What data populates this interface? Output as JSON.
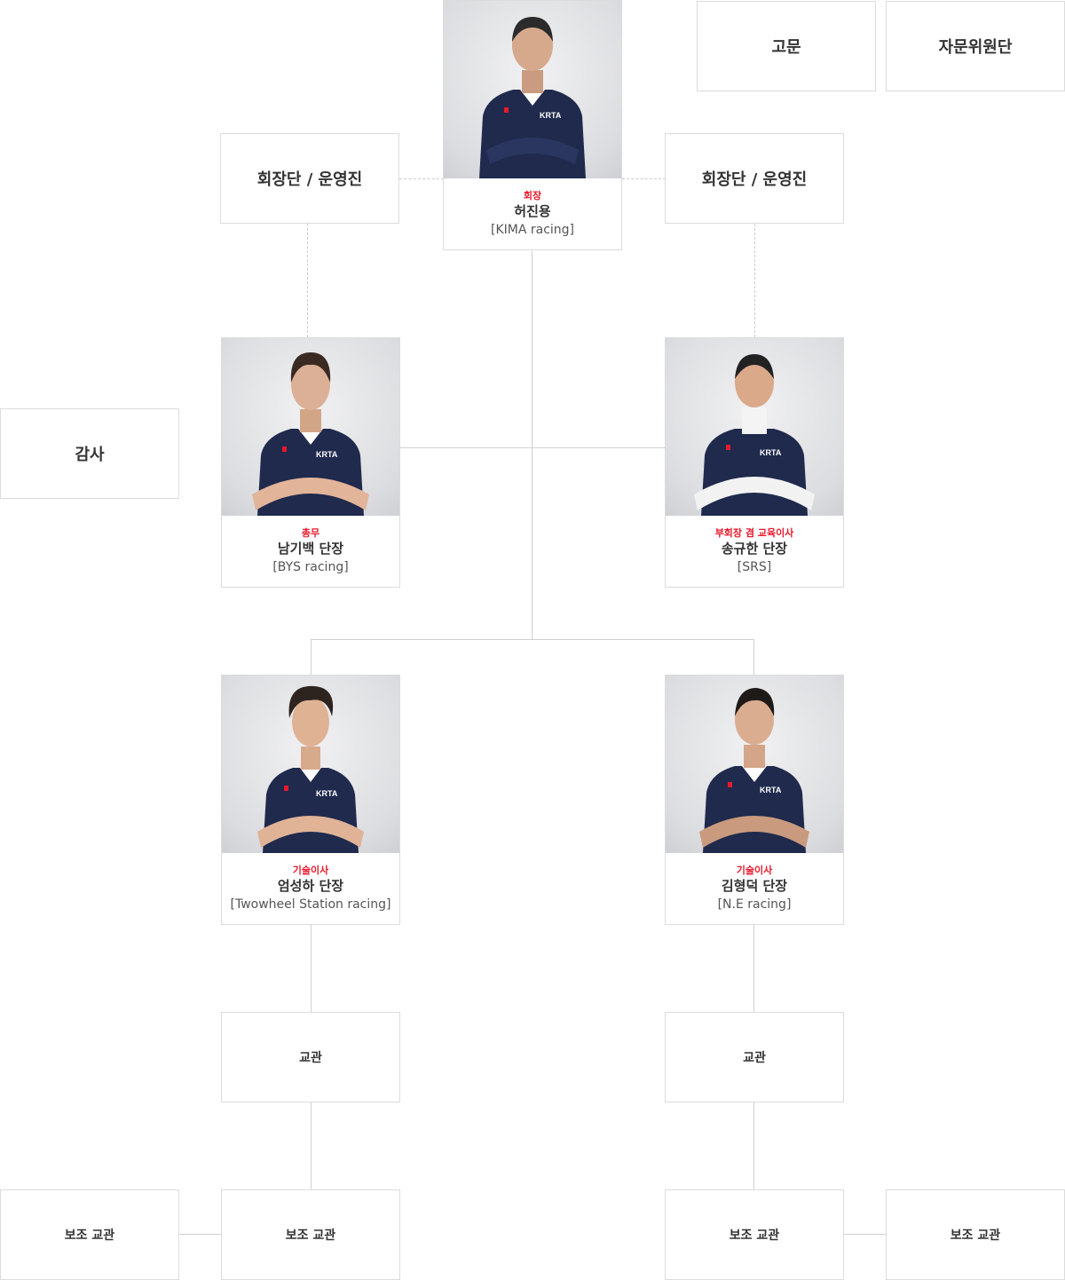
{
  "top_right": {
    "advisor": "고문",
    "advisory_committee": "자문위원단"
  },
  "executive": {
    "left_label": "회장단 / 운영진",
    "right_label": "회장단 / 운영진"
  },
  "president": {
    "role": "회장",
    "name": "허진용",
    "team": "[KIMA racing]"
  },
  "auditor": "감사",
  "general_affairs": {
    "role": "총무",
    "name": "남기백 단장",
    "team": "[BYS racing]"
  },
  "vice_president": {
    "role": "부회장 겸 교육이사",
    "name": "송규한 단장",
    "team": "[SRS]"
  },
  "tech_director_left": {
    "role": "기술이사",
    "name": "엄성하 단장",
    "team": "[Twowheel Station racing]"
  },
  "tech_director_right": {
    "role": "기술이사",
    "name": "김형덕 단장",
    "team": "[N.E racing]"
  },
  "instructors": {
    "left": "교관",
    "right": "교관"
  },
  "assistant_instructors": {
    "outer_left": "보조 교관",
    "inner_left": "보조 교관",
    "inner_right": "보조 교관",
    "outer_right": "보조 교관"
  },
  "colors": {
    "role_red": "#e8192c",
    "shirt_navy": "#1f2a4d",
    "border": "#dcdcdc"
  },
  "icons": [
    "person-photo"
  ]
}
